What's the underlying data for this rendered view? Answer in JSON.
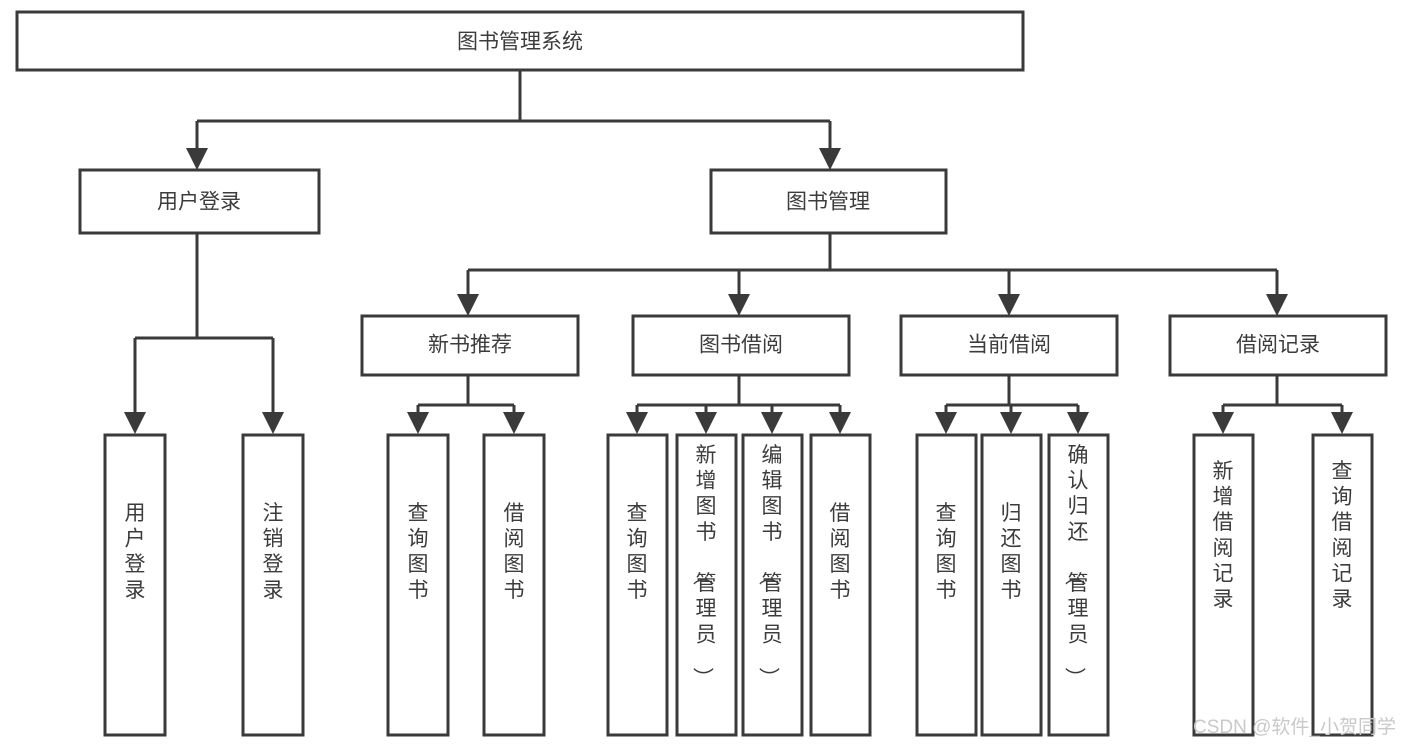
{
  "diagram": {
    "type": "tree-flowchart",
    "title_node": {
      "id": "root",
      "label": "图书管理系统"
    },
    "level1": [
      {
        "id": "user-login",
        "label": "用户登录"
      },
      {
        "id": "book-manage",
        "label": "图书管理"
      }
    ],
    "level2": [
      {
        "id": "new-book-rec",
        "label": "新书推荐",
        "parent": "book-manage"
      },
      {
        "id": "book-borrow",
        "label": "图书借阅",
        "parent": "book-manage"
      },
      {
        "id": "current-borrow",
        "label": "当前借阅",
        "parent": "book-manage"
      },
      {
        "id": "borrow-record",
        "label": "借阅记录",
        "parent": "book-manage"
      }
    ],
    "leaves": [
      {
        "id": "leaf-user-login",
        "label": "用户登录",
        "parent": "user-login"
      },
      {
        "id": "leaf-logout",
        "label": "注销登录",
        "parent": "user-login"
      },
      {
        "id": "leaf-query-book-1",
        "label": "查询图书",
        "parent": "new-book-rec"
      },
      {
        "id": "leaf-borrow-book-1",
        "label": "借阅图书",
        "parent": "new-book-rec"
      },
      {
        "id": "leaf-query-book-2",
        "label": "查询图书",
        "parent": "book-borrow"
      },
      {
        "id": "leaf-add-book",
        "label": "新增图书（管理员）",
        "parent": "book-borrow"
      },
      {
        "id": "leaf-edit-book",
        "label": "编辑图书（管理员）",
        "parent": "book-borrow"
      },
      {
        "id": "leaf-borrow-book-2",
        "label": "借阅图书",
        "parent": "book-borrow"
      },
      {
        "id": "leaf-query-book-3",
        "label": "查询图书",
        "parent": "current-borrow"
      },
      {
        "id": "leaf-return-book",
        "label": "归还图书",
        "parent": "current-borrow"
      },
      {
        "id": "leaf-confirm-return",
        "label": "确认归还（管理员）",
        "parent": "current-borrow"
      },
      {
        "id": "leaf-add-record",
        "label": "新增借阅记录",
        "parent": "borrow-record"
      },
      {
        "id": "leaf-query-record",
        "label": "查询借阅记录",
        "parent": "borrow-record"
      }
    ]
  },
  "watermark": {
    "text": "CSDN @软件_小贺同学"
  },
  "colors": {
    "stroke": "#3a3a3a",
    "text": "#3c3c3c",
    "background": "#ffffff",
    "watermark": "#c9c9c9"
  }
}
